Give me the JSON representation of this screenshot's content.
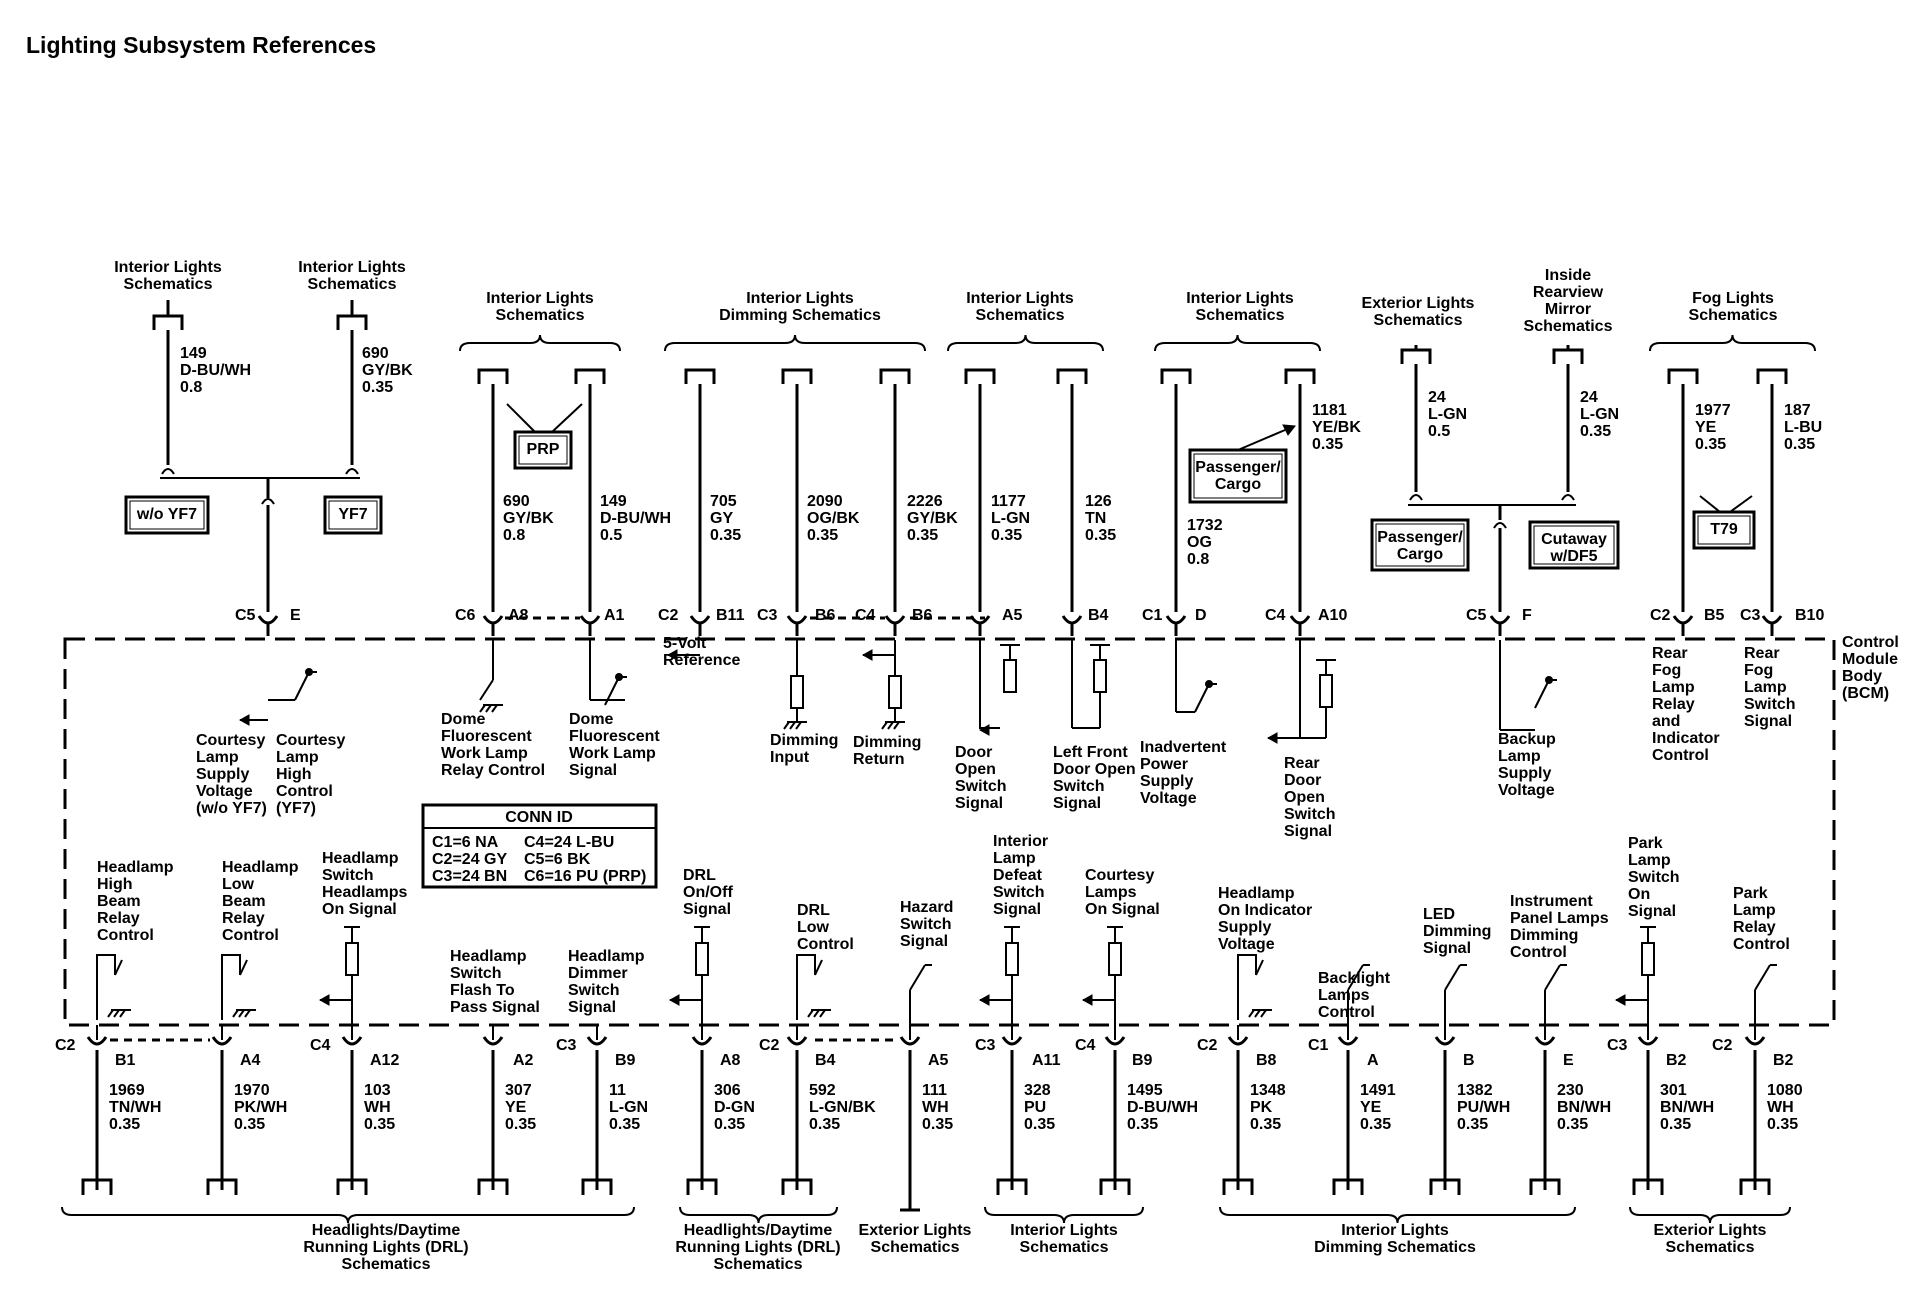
{
  "title": "Lighting Subsystem References",
  "module_label": [
    "Control",
    "Module",
    "Body",
    "(BCM)"
  ],
  "conn_id": {
    "header": "CONN ID",
    "rows": [
      [
        "C1=6 NA",
        "C4=24 L-BU"
      ],
      [
        "C2=24 GY",
        "C5=6 BK"
      ],
      [
        "C3=24 BN",
        "C6=16 PU (PRP)"
      ]
    ]
  },
  "option_boxes": [
    "w/o YF7",
    "YF7",
    "PRP",
    "Passenger/ Cargo",
    "Passenger/ Cargo",
    "Cutaway w/DF5",
    "T79"
  ],
  "top_refs": [
    "Interior Lights Schematics",
    "Interior Lights Schematics",
    "Interior Lights Schematics",
    "Interior Lights Dimming Schematics",
    "Interior Lights Schematics",
    "Interior Lights Schematics",
    "Exterior Lights Schematics",
    "Inside Rearview Mirror Schematics",
    "Fog Lights Schematics"
  ],
  "bottom_refs": [
    "Headlights/Daytime Running Lights (DRL) Schematics",
    "Headlights/Daytime Running Lights (DRL) Schematics",
    "Exterior Lights Schematics",
    "Interior Lights Schematics",
    "Interior Lights Dimming Schematics",
    "Exterior Lights Schematics"
  ],
  "top_wires": [
    [
      "149",
      "D-BU/WH",
      "0.8"
    ],
    [
      "690",
      "GY/BK",
      "0.35"
    ],
    [
      "690",
      "GY/BK",
      "0.8"
    ],
    [
      "149",
      "D-BU/WH",
      "0.5"
    ],
    [
      "705",
      "GY",
      "0.35"
    ],
    [
      "2090",
      "OG/BK",
      "0.35"
    ],
    [
      "2226",
      "GY/BK",
      "0.35"
    ],
    [
      "1177",
      "L-GN",
      "0.35"
    ],
    [
      "126",
      "TN",
      "0.35"
    ],
    [
      "1732",
      "OG",
      "0.8"
    ],
    [
      "1181",
      "YE/BK",
      "0.35"
    ],
    [
      "24",
      "L-GN",
      "0.5"
    ],
    [
      "24",
      "L-GN",
      "0.35"
    ],
    [
      "1977",
      "YE",
      "0.35"
    ],
    [
      "187",
      "L-BU",
      "0.35"
    ]
  ],
  "top_pins": [
    [
      "C5",
      "E"
    ],
    [
      "C6",
      "A8"
    ],
    [
      "",
      "A1"
    ],
    [
      "C2",
      "B11"
    ],
    [
      "C3",
      "B6"
    ],
    [
      "C4",
      "B6"
    ],
    [
      "",
      "A5"
    ],
    [
      "",
      "B4"
    ],
    [
      "C1",
      "D"
    ],
    [
      "C4",
      "A10"
    ],
    [
      "C5",
      "F"
    ],
    [
      "C2",
      "B5"
    ],
    [
      "C3",
      "B10"
    ]
  ],
  "top_signals": [
    "Courtesy Lamp Supply Voltage (w/o YF7)",
    "Courtesy Lamp High Control (YF7)",
    "Dome Fluorescent Work Lamp Relay Control",
    "Dome Fluorescent Work Lamp Signal",
    "5-Volt Reference",
    "Dimming Input",
    "Dimming Return",
    "Door Open Switch Signal",
    "Left Front Door Open Switch Signal",
    "Inadvertent Power Supply Voltage",
    "Rear Door Open Switch Signal",
    "Backup Lamp Supply Voltage",
    "Rear Fog Lamp Relay and Indicator Control",
    "Rear Fog Lamp Switch Signal"
  ],
  "bottom_signals": [
    "Headlamp High Beam Relay Control",
    "Headlamp Low Beam Relay Control",
    "Headlamp Switch Headlamps On Signal",
    "Headlamp Switch Flash To Pass Signal",
    "Headlamp Dimmer Switch Signal",
    "DRL On/Off Signal",
    "DRL Low Control",
    "Hazard Switch Signal",
    "Interior Lamp Defeat Switch Signal",
    "Courtesy Lamps On Signal",
    "Headlamp On Indicator Supply Voltage",
    "Backlight Lamps Control",
    "LED Dimming Signal",
    "Instrument Panel Lamps Dimming Control",
    "Park Lamp Switch On Signal",
    "Park Lamp Relay Control"
  ],
  "bottom_pins": [
    [
      "C2",
      "B1"
    ],
    [
      "",
      "A4"
    ],
    [
      "C4",
      "A12"
    ],
    [
      "",
      "A2"
    ],
    [
      "C3",
      "B9"
    ],
    [
      "",
      "A8"
    ],
    [
      "C2",
      "B4"
    ],
    [
      "",
      "A5"
    ],
    [
      "C3",
      "A11"
    ],
    [
      "C4",
      "B9"
    ],
    [
      "C2",
      "B8"
    ],
    [
      "C1",
      "A"
    ],
    [
      "",
      "B"
    ],
    [
      "",
      "E"
    ],
    [
      "C3",
      "B2"
    ],
    [
      "C2",
      "B2"
    ]
  ],
  "bottom_wires": [
    [
      "1969",
      "TN/WH",
      "0.35"
    ],
    [
      "1970",
      "PK/WH",
      "0.35"
    ],
    [
      "103",
      "WH",
      "0.35"
    ],
    [
      "307",
      "YE",
      "0.35"
    ],
    [
      "11",
      "L-GN",
      "0.35"
    ],
    [
      "306",
      "D-GN",
      "0.35"
    ],
    [
      "592",
      "L-GN/BK",
      "0.35"
    ],
    [
      "111",
      "WH",
      "0.35"
    ],
    [
      "328",
      "PU",
      "0.35"
    ],
    [
      "1495",
      "D-BU/WH",
      "0.35"
    ],
    [
      "1348",
      "PK",
      "0.35"
    ],
    [
      "1491",
      "YE",
      "0.35"
    ],
    [
      "1382",
      "PU/WH",
      "0.35"
    ],
    [
      "230",
      "BN/WH",
      "0.35"
    ],
    [
      "301",
      "BN/WH",
      "0.35"
    ],
    [
      "1080",
      "WH",
      "0.35"
    ]
  ]
}
